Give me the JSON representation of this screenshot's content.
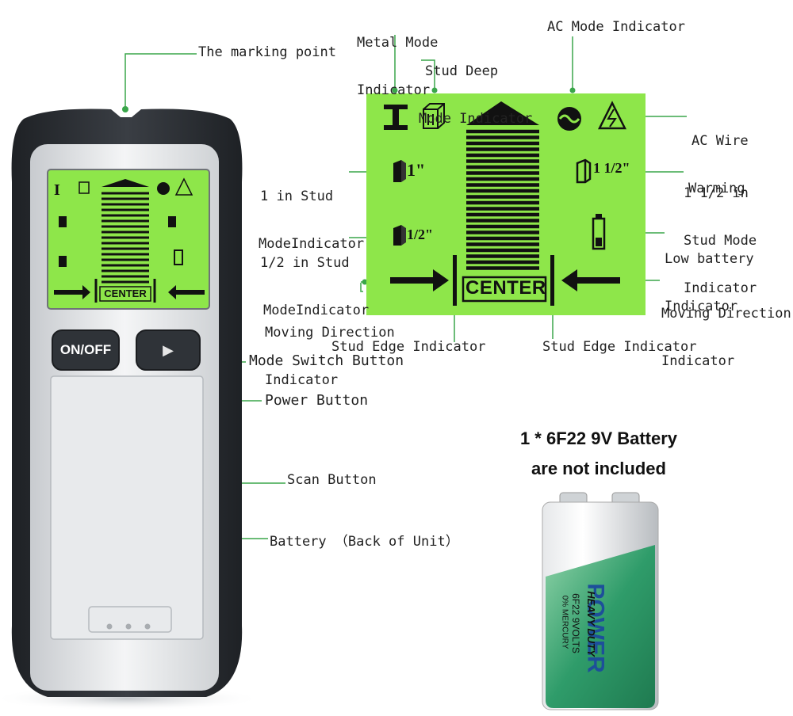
{
  "labels": {
    "marking_point": "The marking point",
    "metal_mode": [
      "Metal Mode",
      "Indicator"
    ],
    "stud_deep": [
      "Stud Deep",
      "Mode Indicator"
    ],
    "ac_mode": "AC Mode Indicator",
    "ac_wire": [
      "AC Wire",
      "Warming"
    ],
    "one_in_stud": [
      "1 in Stud",
      "ModeIndicator"
    ],
    "one_half_in": [
      "1 1/2 in",
      "Stud Mode",
      "Indicator"
    ],
    "half_in_stud": [
      "1/2 in Stud",
      "ModeIndicator"
    ],
    "low_battery": [
      "Low battery",
      "Indicator"
    ],
    "moving_dir_left": [
      "Moving Direction",
      "Indicator"
    ],
    "moving_dir_right": [
      "Moving Direction",
      "Indicator"
    ],
    "stud_edge_left": "Stud Edge Indicator",
    "stud_edge_right": "Stud Edge Indicator",
    "mode_switch": "Mode Switch Button",
    "power_button": "Power Button",
    "scan_button": "Scan Button",
    "battery_back": "Battery （Back of Unit）"
  },
  "screen": {
    "center_text": "CENTER",
    "stud_1in_text": "1\"",
    "stud_half_text": "1/2\"",
    "stud_1half_text": "1 1/2\""
  },
  "device": {
    "onoff_label": "ON/OFF",
    "play_symbol": "▶"
  },
  "battery": {
    "note_line1": "1 * 6F22 9V Battery",
    "note_line2": "are not included",
    "brand": "POWER",
    "sub1": "HEAVY DUTY",
    "sub2": "6F22 9VOLTS",
    "sub3": "0% MERCURY"
  },
  "colors": {
    "lcd_green": "#8ee64a",
    "leader_green": "#3aa64a",
    "body_dark": "#2b2e33",
    "battery_green": "#2f9c6a"
  }
}
